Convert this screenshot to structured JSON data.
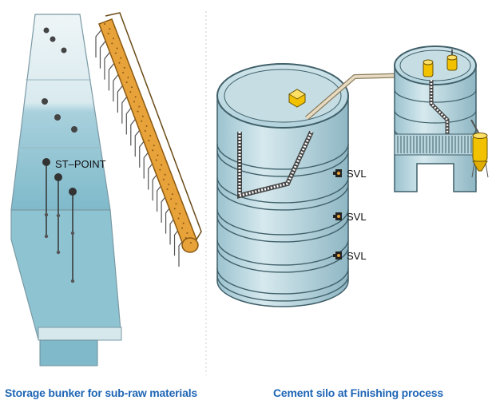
{
  "panels": {
    "left": {
      "caption": "Storage bunker for sub-raw materials",
      "point_label": "ST–POINT"
    },
    "right": {
      "caption": "Cement silo at Finishing process",
      "sensor_labels": [
        "SVL",
        "SVL",
        "SVL"
      ]
    }
  },
  "colors": {
    "caption": "#1f66b5",
    "silo_fill": "#cfe3e8",
    "material_fill": "#9fcbd8",
    "conveyor_fill": "#e8a23a",
    "divider": "#cccccc"
  }
}
